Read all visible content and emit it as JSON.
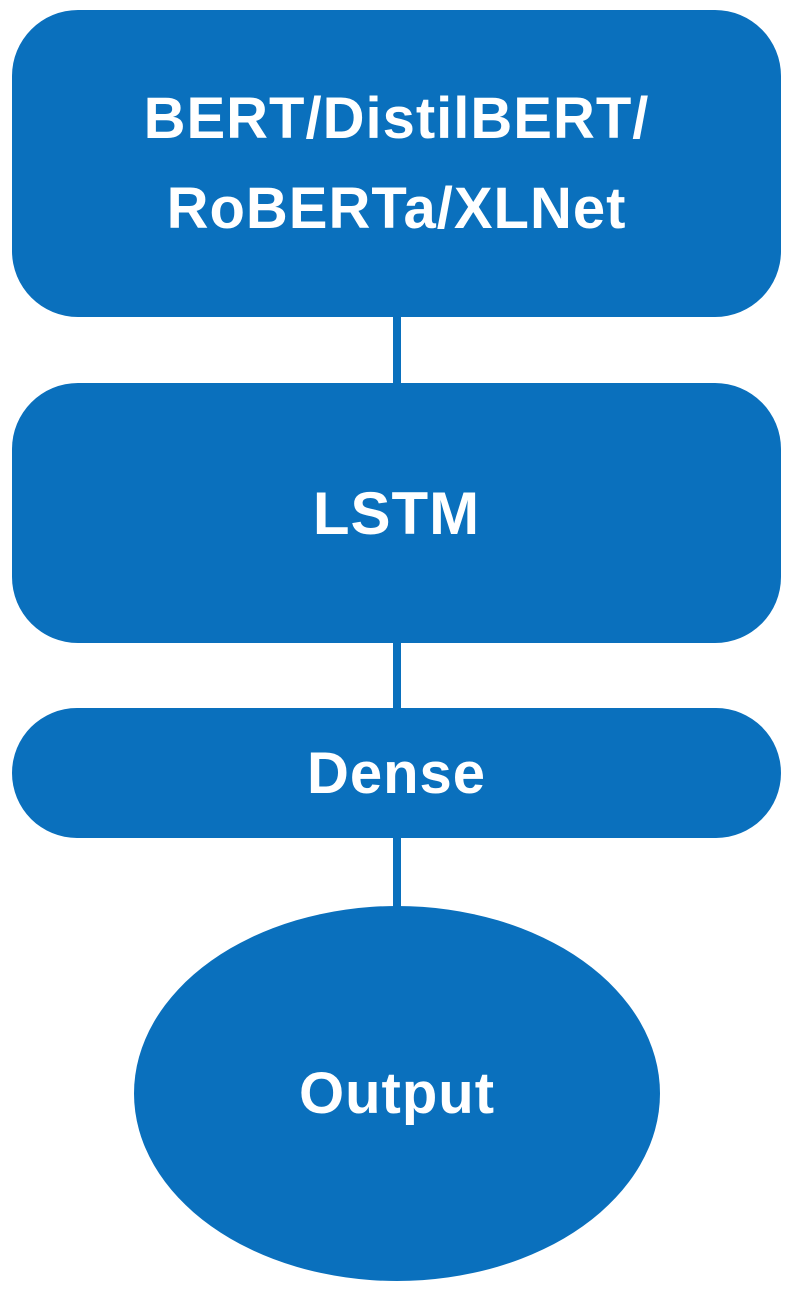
{
  "diagram": {
    "nodes": [
      {
        "id": "transformers",
        "shape": "rounded-rectangle",
        "label_lines": [
          "BERT/DistilBERT/",
          "RoBERTa/XLNet"
        ]
      },
      {
        "id": "lstm",
        "shape": "rounded-rectangle",
        "label": "LSTM"
      },
      {
        "id": "dense",
        "shape": "rounded-rectangle",
        "label": "Dense"
      },
      {
        "id": "output",
        "shape": "ellipse",
        "label": "Output"
      }
    ],
    "edges": [
      {
        "from": "transformers",
        "to": "lstm"
      },
      {
        "from": "lstm",
        "to": "dense"
      },
      {
        "from": "dense",
        "to": "output"
      }
    ],
    "colors": {
      "node_fill": "#0A70BD",
      "node_text": "#FFFFFF",
      "background": "#FFFFFF",
      "connector": "#0A70BD"
    }
  }
}
